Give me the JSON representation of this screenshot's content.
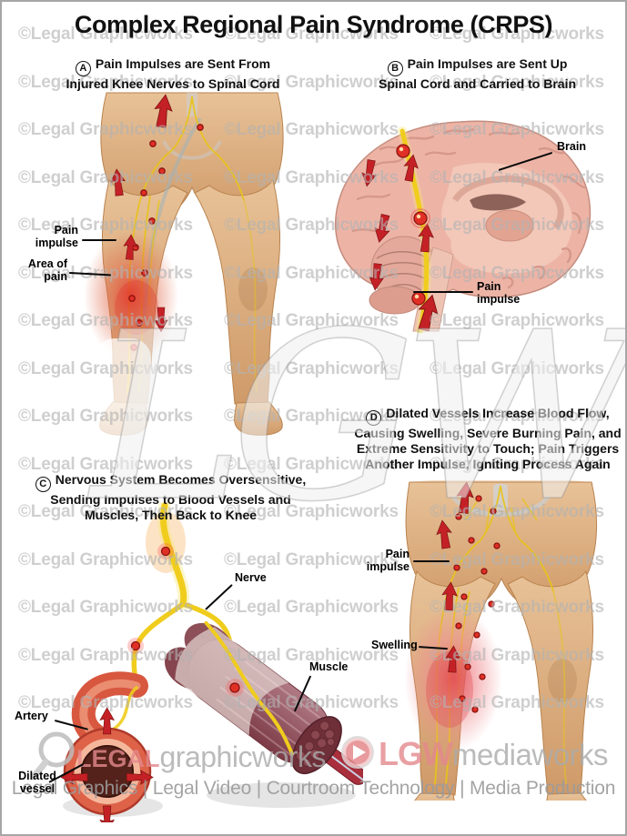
{
  "title": "Complex Regional Pain Syndrome (CRPS)",
  "watermark": {
    "tile_text": "©Legal Graphicworks",
    "center_text": "LGW"
  },
  "panels": {
    "a": {
      "badge": "A",
      "heading": [
        "Pain Impulses are Sent From",
        "Injured Knee Nerves to Spinal Cord"
      ],
      "labels": {
        "pain_impulse": "Pain impulse",
        "area_of_pain": "Area of pain"
      }
    },
    "b": {
      "badge": "B",
      "heading": [
        "Pain Impulses are Sent Up",
        "Spinal Cord and Carried to Brain"
      ],
      "labels": {
        "brain": "Brain",
        "pain_impulse": "Pain impulse"
      }
    },
    "c": {
      "badge": "C",
      "heading": [
        "Nervous System Becomes Oversensitive,",
        "Sending Impulses to Blood Vessels and",
        "Muscles, Then Back to Knee"
      ],
      "labels": {
        "nerve": "Nerve",
        "muscle": "Muscle",
        "artery": "Artery",
        "dilated_vessel": "Dilated vessel"
      }
    },
    "d": {
      "badge": "D",
      "heading": [
        "Dilated Vessels Increase Blood Flow,",
        "Causing Swelling, Severe Burning Pain, and",
        "Extreme Sensitivity to Touch; Pain Triggers",
        "Another Impulse, Igniting Process Again"
      ],
      "labels": {
        "pain_impulse": "Pain impulse",
        "swelling": "Swelling"
      }
    }
  },
  "footer": {
    "brand1": {
      "accent": "LEGAL",
      "rest": "graphicworks"
    },
    "brand2": {
      "accent": "LGW",
      "rest": "mediaworks"
    },
    "tagline": "Legal Graphics | Legal Video | Courtroom Technology | Media Production"
  },
  "colors": {
    "accent_red": "#c42127",
    "nerve_yellow": "#f0cd1d",
    "skin": "#d9a87c",
    "brain_pink": "#edb4a6",
    "watermark_gray": "#b3b3b3",
    "brand_pink": "#e4898d",
    "tagline_gray": "#9b9b9b"
  }
}
